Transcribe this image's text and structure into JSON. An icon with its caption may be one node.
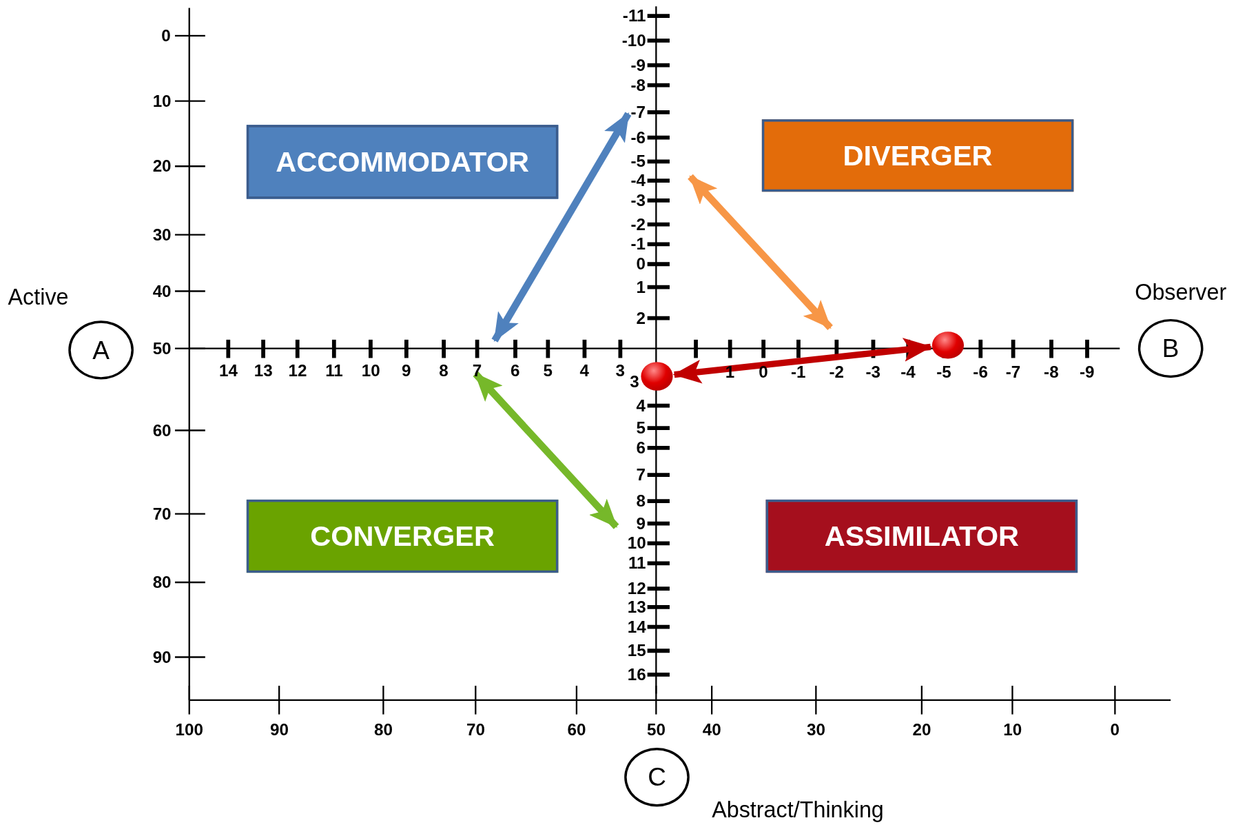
{
  "diagram": {
    "nodes": [
      {
        "text": [
          "ACCOMMODATOR"
        ]
      },
      {
        "text": [
          "DIVERGER"
        ]
      },
      {
        "text": [
          "A"
        ],
        "beside": [
          "Active"
        ]
      },
      {
        "text": [
          "B"
        ],
        "beside": [
          "Observer"
        ]
      },
      {
        "text": [],
        "shape": "circle"
      },
      {
        "text": [],
        "shape": "circle"
      },
      {
        "text": [
          "CONVERGER"
        ]
      },
      {
        "text": [
          "ASSIMILATOR"
        ]
      },
      {
        "text": [
          "C"
        ],
        "beside": [
          "Abstract/Thinking"
        ]
      }
    ],
    "edges": [
      {
        "from": 4,
        "to": 5,
        "arrow": "both",
        "color": "#c00000"
      }
    ],
    "labels": [
      "0",
      "10",
      "20",
      "30",
      "40",
      "50",
      "60",
      "70",
      "80",
      "90",
      "-11",
      "-10",
      "-9",
      "-8",
      "-7",
      "-6",
      "-5",
      "-4",
      "-3",
      "-2",
      "-1",
      "0",
      "1",
      "2",
      "14",
      "13",
      "12",
      "11",
      "10",
      "9",
      "8",
      "7",
      "6",
      "5",
      "4",
      "3",
      "3",
      "1",
      "0",
      "-1",
      "-2",
      "-3",
      "-4",
      "-5",
      "-6",
      "-7",
      "-8",
      "-9",
      "4",
      "5",
      "6",
      "7",
      "8",
      "9",
      "10",
      "11",
      "12",
      "13",
      "14",
      "15",
      "16",
      "100",
      "90",
      "80",
      "70",
      "60",
      "50",
      "40",
      "30",
      "20",
      "10",
      "0"
    ]
  }
}
